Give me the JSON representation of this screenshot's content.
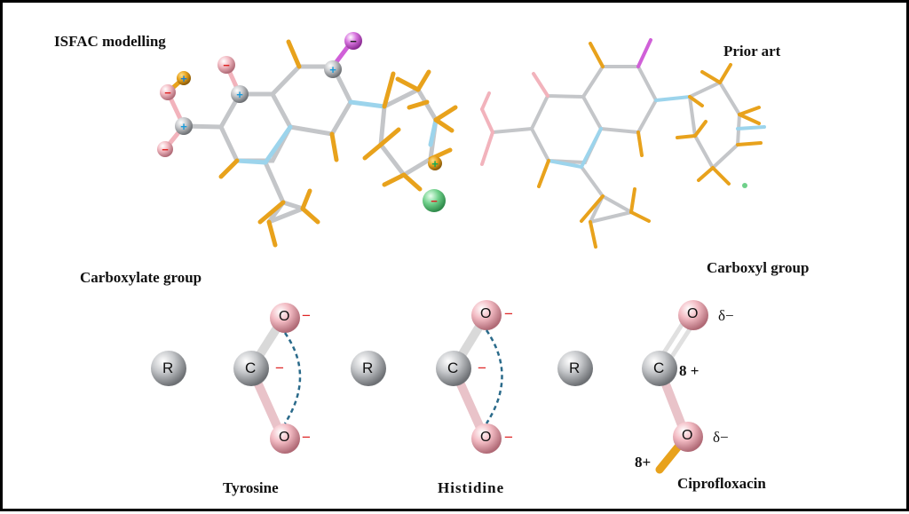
{
  "panels": {
    "isfac_title": "ISFAC modelling",
    "prior_art_title": "Prior art"
  },
  "groups": {
    "carboxylate": "Carboxylate group",
    "carboxyl": "Carboxyl group"
  },
  "diagrams": [
    {
      "r_label": "R",
      "c_label": "C",
      "o_top": "O",
      "o_bottom": "O",
      "top_charge": "−",
      "bottom_charge": "−",
      "c_charge": "−",
      "caption": "Tyrosine"
    },
    {
      "r_label": "R",
      "c_label": "C",
      "o_top": "O",
      "o_bottom": "O",
      "top_charge": "−",
      "bottom_charge": "−",
      "c_charge": "−",
      "caption": "Histidine"
    },
    {
      "r_label": "R",
      "c_label": "C",
      "o_top": "O",
      "o_bottom": "O",
      "top_charge": "δ−",
      "bottom_charge": "δ−",
      "c_charge": "8 +",
      "h_charge": "8+",
      "caption": "Ciprofloxacin"
    }
  ],
  "ion_labels": {
    "plus": "+",
    "minus": "−"
  },
  "colors": {
    "carbon": "#b9bcc1",
    "oxygen": "#f2b3bc",
    "nitrogen": "#8fd3ee",
    "hydrogen": "#e8a21c",
    "fluorine": "#d060d8",
    "chloride": "#6fd08a",
    "dashed_arc": "#2a6a8a"
  }
}
